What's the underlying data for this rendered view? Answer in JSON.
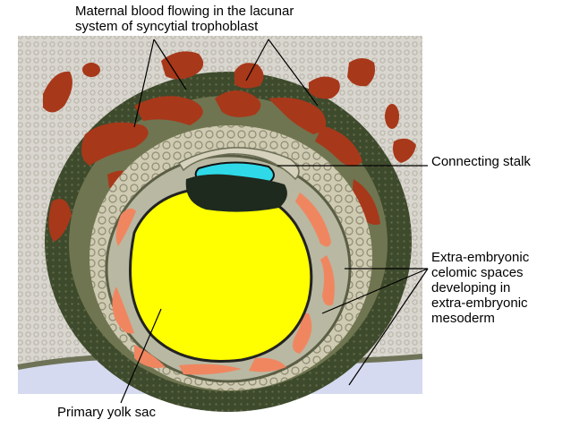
{
  "labels": {
    "maternal_blood": "Maternal blood flowing in the lacunar\nsystem of syncytial trophoblast",
    "connecting_stalk": "Connecting stalk",
    "celomic_spaces": "Extra-embryonic\ncelomic spaces\ndeveloping in\nextra-embryonic\nmesoderm",
    "yolk_sac": "Primary yolk sac"
  },
  "colors": {
    "endometrium": "#d9d6cf",
    "cytotrophoblast_dark": "#3e4a2c",
    "syncytio_ring": "#6f7550",
    "lacunae": "#a8381a",
    "cell_layer": "#c9c4ad",
    "mesoderm": "#b9b8a2",
    "celomic": "#f08660",
    "yolk_sac": "#ffff00",
    "amnion": "#2fd9e8",
    "embryonic_disc": "#1e2a1e",
    "bottom_edge": "#d6daf0"
  }
}
